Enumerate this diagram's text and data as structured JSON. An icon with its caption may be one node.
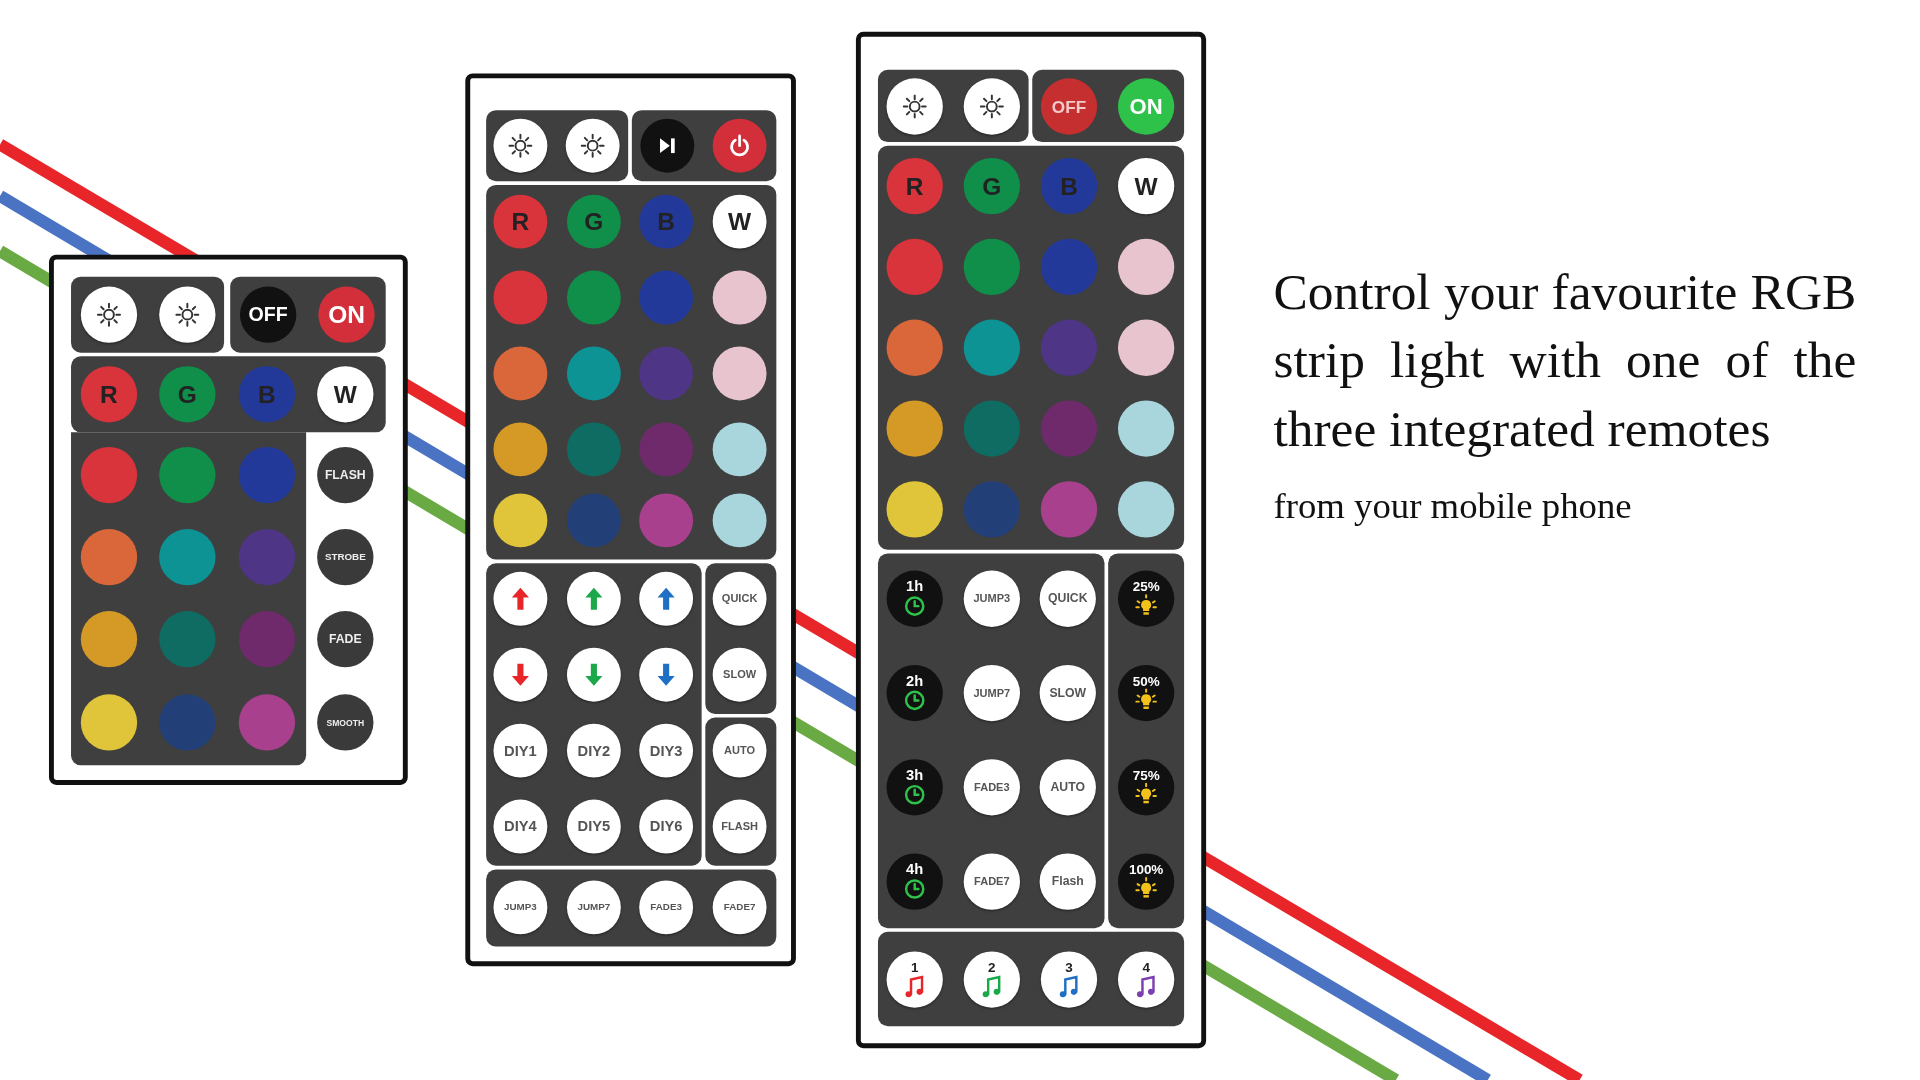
{
  "diagram": {
    "title": "Control your favourite RGB strip light with one of the three integrated remotes",
    "caption": "from your mobile phone",
    "labels": [
      "OFF",
      "ON",
      "R",
      "G",
      "B",
      "W",
      "FLASH",
      "STROBE",
      "FADE",
      "SMOOTH",
      "R",
      "G",
      "B",
      "W",
      "QUICK",
      "SLOW",
      "DIY1",
      "DIY2",
      "DIY3",
      "AUTO",
      "DIY4",
      "DIY5",
      "DIY6",
      "FLASH",
      "JUMP3",
      "JUMP7",
      "FADE3",
      "FADE7",
      "OFF",
      "ON",
      "R",
      "G",
      "B",
      "W",
      "1h",
      "JUMP3",
      "QUICK",
      "25%",
      "2h",
      "JUMP7",
      "SLOW",
      "50%",
      "3h",
      "FADE3",
      "AUTO",
      "75%",
      "4h",
      "FADE7",
      "Flash",
      "100%",
      "1",
      "2",
      "3",
      "4"
    ]
  }
}
